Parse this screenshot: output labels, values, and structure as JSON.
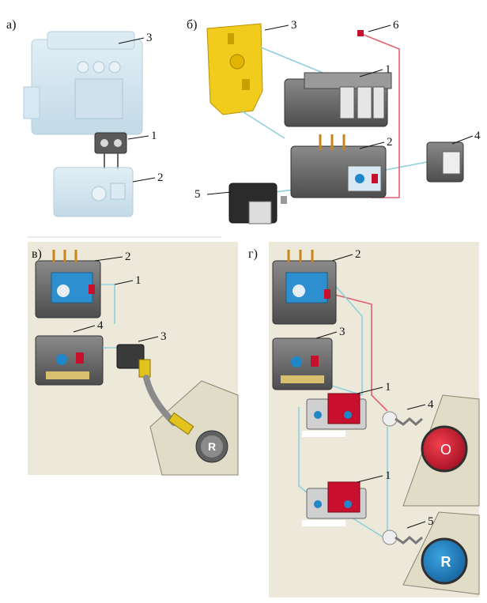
{
  "panels": {
    "a": {
      "label": "а)",
      "callouts": [
        "3",
        "1",
        "2"
      ]
    },
    "b": {
      "label": "б)",
      "callouts": [
        "3",
        "6",
        "1",
        "2",
        "4",
        "5"
      ]
    },
    "c": {
      "label": "в)",
      "callouts": [
        "2",
        "1",
        "4",
        "3"
      ],
      "button_letter": "R"
    },
    "d": {
      "label": "г)",
      "callouts": [
        "2",
        "3",
        "1",
        "4",
        "1",
        "5"
      ],
      "button_letters": [
        "O",
        "R"
      ]
    }
  },
  "colors": {
    "ghost_blue": "#cfe3ee",
    "yellow_plate": "#f2cc1c",
    "device_gray": "#6b6b6b",
    "relay_blue": "#1f86c8",
    "button_red": "#c8102e",
    "button_blue": "#1f7fc0",
    "wire_cyan": "#8fd0dc",
    "wire_red": "#e06070",
    "background_beige": "#ece8da"
  }
}
